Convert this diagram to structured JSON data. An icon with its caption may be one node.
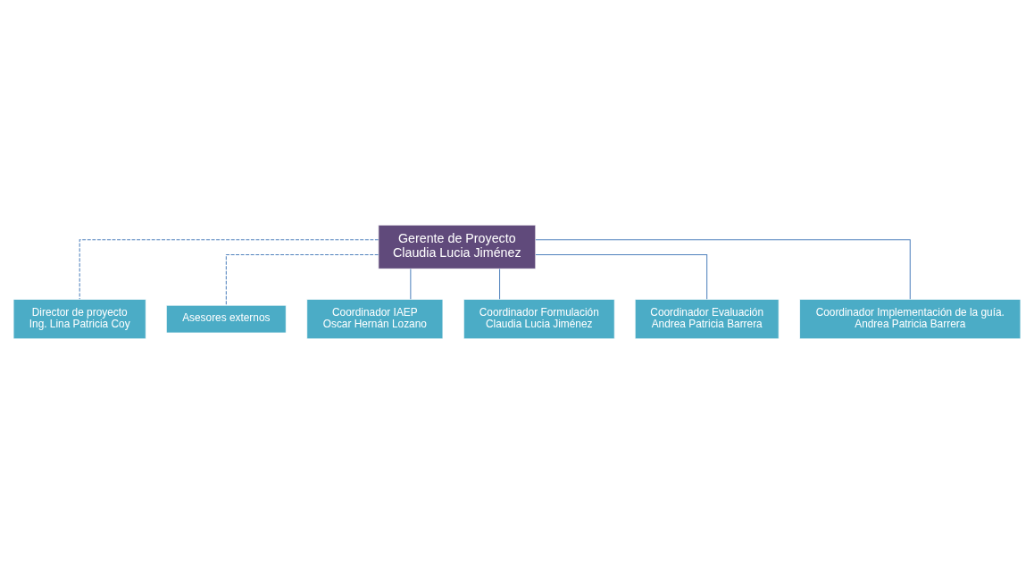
{
  "diagram": {
    "nodes": [
      {
        "text": [
          "Gerente de Proyecto",
          "Claudia Lucia Jiménez"
        ]
      },
      {
        "text": [
          "Director de proyecto",
          "Ing. Lina Patricia Coy"
        ]
      },
      {
        "text": [
          "Asesores externos"
        ]
      },
      {
        "text": [
          "Coordinador IAEP",
          "Oscar Hernán Lozano"
        ]
      },
      {
        "text": [
          "Coordinador Formulación",
          "Claudia Lucia Jiménez"
        ]
      },
      {
        "text": [
          "Coordinador Evaluación",
          "Andrea Patricia Barrera"
        ]
      },
      {
        "text": [
          "Coordinador Implementación de la guía.",
          "Andrea Patricia Barrera"
        ]
      }
    ],
    "edges": [
      {
        "from": 0,
        "to": 1,
        "arrow": "none",
        "style": "dashed"
      },
      {
        "from": 0,
        "to": 2,
        "arrow": "none",
        "style": "dashed"
      },
      {
        "from": 0,
        "to": 3,
        "arrow": "none"
      },
      {
        "from": 0,
        "to": 4,
        "arrow": "none"
      },
      {
        "from": 0,
        "to": 5,
        "arrow": "none"
      },
      {
        "from": 0,
        "to": 6,
        "arrow": "none"
      }
    ]
  }
}
